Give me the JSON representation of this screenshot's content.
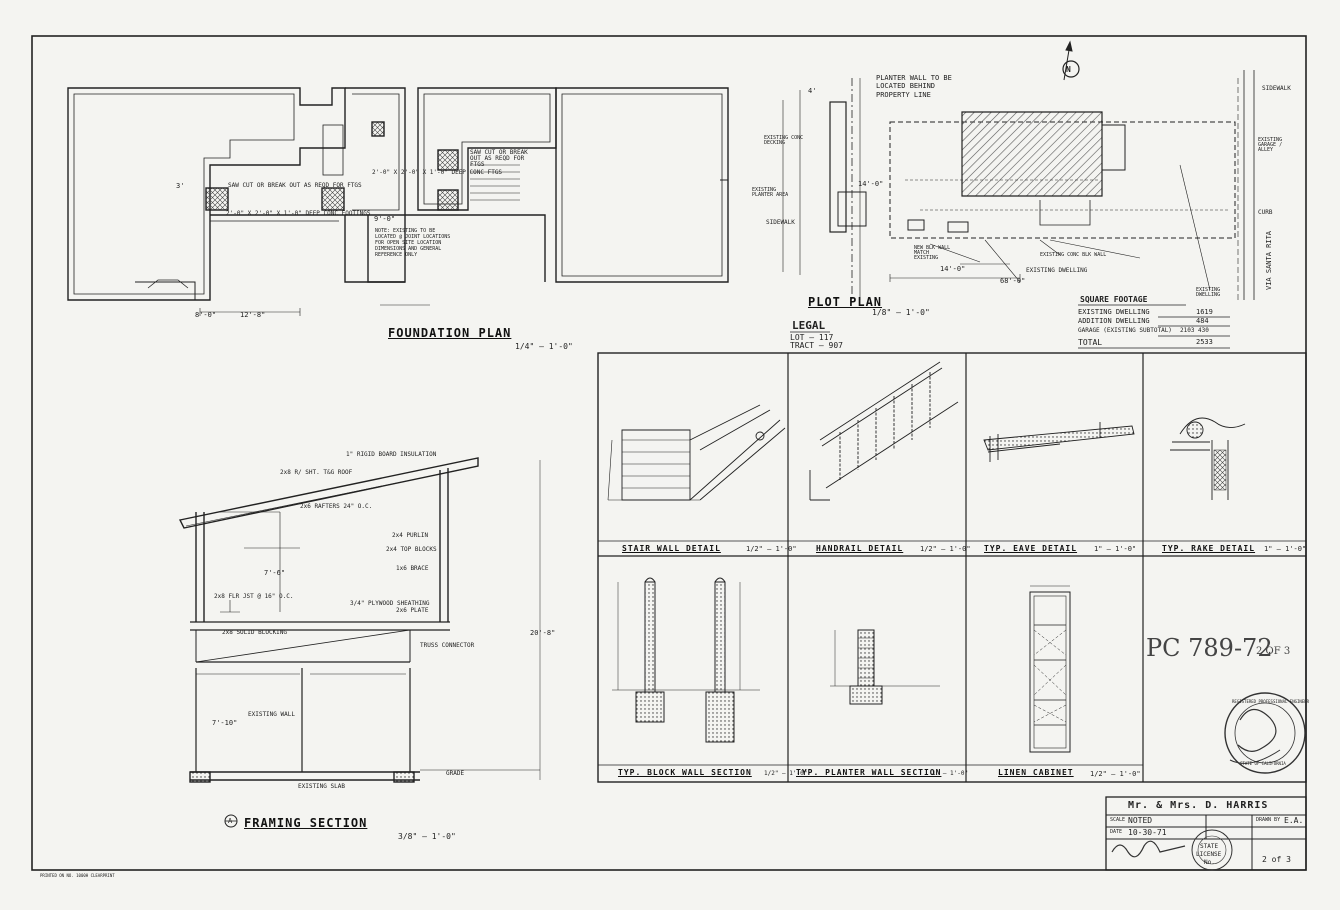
{
  "drawing": {
    "foundation_plan": {
      "title": "FOUNDATION PLAN",
      "scale": "1/4\" — 1'-0\"",
      "notes": [
        "SAW CUT OR BREAK OUT AS REQD FOR FTGS",
        "SAW CUT OR BREAK OUT AS REQD FOR FTGS",
        "2'-0\" X 2'-0\" X 1'-0\" DEEP CONC FTGS",
        "2'-0\" X 2'-0\" X 1'-0\" DEEP CONC FOOTINGS",
        "NOTE: EXISTING TO BE LOCATED @ JOINT LOCATIONS FOR OPEN SITE LOCATION DIMENSIONS AND GENERAL REFERENCE ONLY"
      ],
      "dims": [
        "12'-8\"",
        "8'-0\"",
        "3'",
        "9'-0\""
      ]
    },
    "plot_plan": {
      "title": "PLOT PLAN",
      "scale": "1/8\" — 1'-0\"",
      "labels": [
        "PLANTER WALL TO BE LOCATED BEHIND PROPERTY LINE",
        "EXISTING CONC DECKING",
        "EXISTING PLANTER AREA",
        "SIDEWALK",
        "NEW BLK WALL MATCH EXISTING",
        "EXISTING DWELLING",
        "EXISTING CONC BLK WALL",
        "SIDEWALK",
        "EXISTING GARAGE / ALLEY",
        "EXISTING DWELLING",
        "CURB",
        "VIA SANTA RITA"
      ],
      "dims": [
        "14'-0\"",
        "14'-0\"",
        "68'-0\"",
        "4'"
      ]
    },
    "legal": {
      "heading": "LEGAL",
      "lot": "LOT — 117",
      "tract": "TRACT — 907"
    },
    "square_footage": {
      "heading": "SQUARE FOOTAGE",
      "rows": [
        {
          "label": "EXISTING DWELLING",
          "value": "1619"
        },
        {
          "label": "ADDITION DWELLING",
          "value": "484"
        },
        {
          "label": "GARAGE (EXISTING SUBTOTAL)",
          "value": "2103  430"
        },
        {
          "label": "TOTAL",
          "value": "2533"
        }
      ]
    },
    "details": {
      "stair_wall": {
        "title": "STAIR WALL DETAIL",
        "scale": "1/2\" — 1'-0\""
      },
      "handrail": {
        "title": "HANDRAIL DETAIL",
        "scale": "1/2\" — 1'-0\""
      },
      "eave": {
        "title": "TYP. EAVE DETAIL",
        "scale": "1\" — 1'-0\""
      },
      "rake": {
        "title": "TYP. RAKE DETAIL",
        "scale": "1\" — 1'-0\""
      },
      "block_wall": {
        "title": "TYP. BLOCK WALL SECTION",
        "scale": "1/2\" — 1'-0\""
      },
      "planter_wall": {
        "title": "TYP. PLANTER WALL SECTION",
        "scale": "1\" — 1'-0\""
      },
      "linen_cabinet": {
        "title": "LINEN CABINET",
        "scale": "1/2\" — 1'-0\""
      },
      "pc_number": "PC 789-72",
      "sheet_mark": "2 OF 3"
    },
    "framing_section": {
      "marker": "A",
      "title": "FRAMING SECTION",
      "scale": "3/8\" — 1'-0\"",
      "notes": [
        "2x8 R/ SHT. T&G ROOF",
        "1\" RIGID BOARD INSULATION",
        "2x6 RAFTERS 24\" O.C.",
        "2x4 PURLIN",
        "2x4 TOP BLOCKS",
        "1x6 BRACE",
        "3/4\" PLYWOOD SHEATHING",
        "2x8 FLR JST @ 16\" O.C.",
        "2x8 SOLID BLOCKING",
        "2x6 PLATE",
        "TRUSS CONNECTOR",
        "EXISTING WALL",
        "EXISTING SLAB",
        "GRADE"
      ],
      "dims": [
        "7'-6\"",
        "20'-8\"",
        "7'-10\""
      ]
    },
    "title_block": {
      "client": "Mr. & Mrs. D. HARRIS",
      "scale_label": "SCALE",
      "scale_value": "NOTED",
      "date_label": "DATE",
      "date_value": "10-30-71",
      "drawn_by_label": "DRAWN BY",
      "drawn_by_value": "E.A.",
      "license_label": "LICENSE",
      "license_no": "No.",
      "state": "STATE",
      "sheet_number": "2 of 3"
    },
    "stamp": {
      "outer_text": "REGISTERED PROFESSIONAL ENGINEER",
      "inner_text": "STATE OF CALIFORNIA"
    },
    "north_arrow_letter": "N",
    "footer": "PRINTED ON NO. 1000H CLEARPRINT",
    "colors": {
      "paper": "#f4f4f1",
      "ink": "#1a1a1a",
      "hatch": "#555555"
    }
  }
}
